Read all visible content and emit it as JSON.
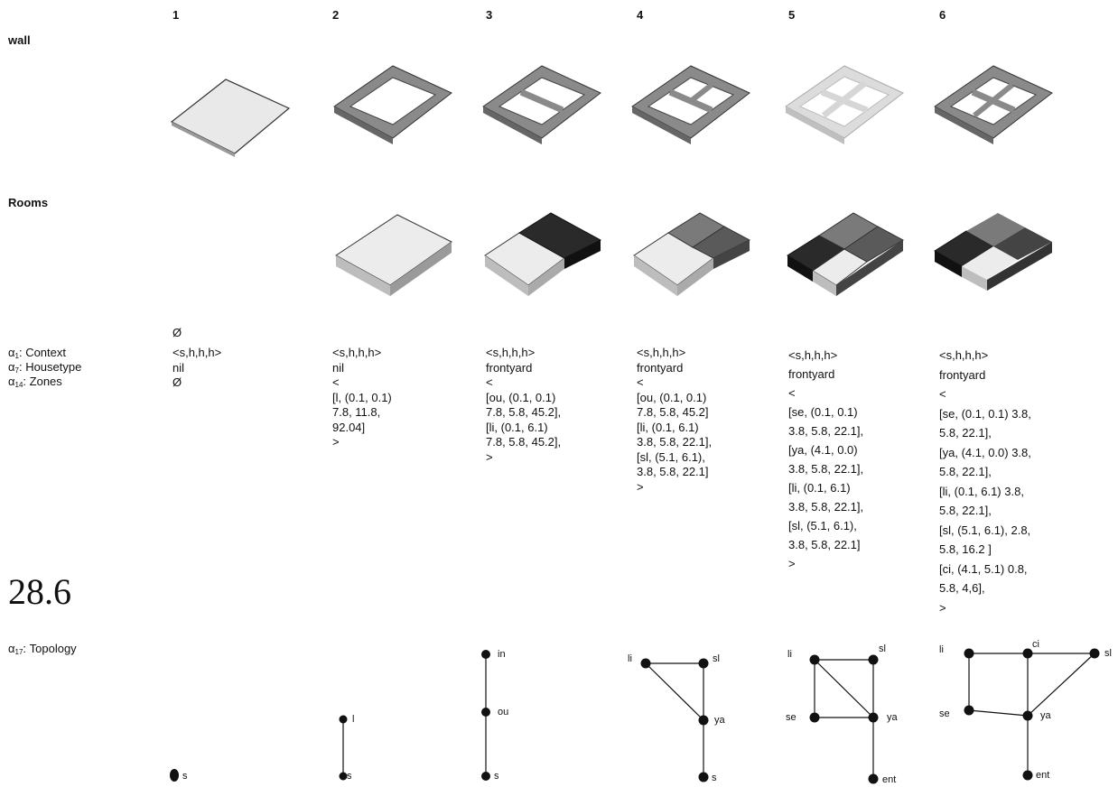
{
  "columns": [
    "1",
    "2",
    "3",
    "4",
    "5",
    "6"
  ],
  "rows": {
    "wall": "wall",
    "rooms": "Rooms"
  },
  "empty_symbol": "Ø",
  "attr_labels": [
    {
      "sym": "α",
      "sub": "1",
      "text": ": Context"
    },
    {
      "sym": "α",
      "sub": "7",
      "text": ": Housetype"
    },
    {
      "sym": "α",
      "sub": "14",
      "text": ": Zones"
    }
  ],
  "topology_label": {
    "sym": "α",
    "sub": "17",
    "text": ": Topology"
  },
  "page_number": "28.6",
  "cells": [
    "<s,h,h,h>\nnil\nØ",
    "<s,h,h,h>\nnil\n<\n[l, (0.1, 0.1)\n7.8, 11.8,\n92.04]\n>",
    "<s,h,h,h>\nfrontyard\n<\n[ou, (0.1, 0.1)\n7.8, 5.8, 45.2],\n[li, (0.1, 6.1)\n7.8, 5.8, 45.2],\n>",
    "<s,h,h,h>\nfrontyard\n<\n[ou, (0.1, 0.1)\n7.8, 5.8, 45.2]\n[li, (0.1, 6.1)\n3.8, 5.8, 22.1],\n[sl, (5.1, 6.1),\n3.8, 5.8, 22.1]\n>",
    "<s,h,h,h>\nfrontyard\n<\n[se, (0.1, 0.1)\n3.8, 5.8, 22.1],\n[ya, (4.1, 0.0)\n3.8, 5.8, 22.1],\n[li, (0.1, 6.1)\n3.8, 5.8, 22.1],\n[sl, (5.1, 6.1),\n3.8, 5.8, 22.1]\n>",
    "<s,h,h,h>\nfrontyard\n<\n[se, (0.1, 0.1) 3.8,\n5.8, 22.1],\n[ya, (4.1, 0.0) 3.8,\n5.8, 22.1],\n[li, (0.1, 6.1) 3.8,\n5.8, 22.1],\n[sl, (5.1, 6.1), 2.8,\n5.8, 16.2 ]\n[ci, (4.1, 5.1) 0.8,\n5.8, 4,6],\n>"
  ],
  "topology_nodes": {
    "c1": [
      "s"
    ],
    "c2": [
      "l",
      "s"
    ],
    "c3": [
      "in",
      "ou",
      "s"
    ],
    "c4": [
      "li",
      "sl",
      "ya",
      "s"
    ],
    "c5": [
      "li",
      "sl",
      "se",
      "ya",
      "ent"
    ],
    "c6": [
      "li",
      "ci",
      "sl",
      "se",
      "ya",
      "ent"
    ]
  },
  "colors": {
    "light": "#e6e6e6",
    "mid": "#7a7a7a",
    "dark": "#2a2a2a",
    "wall": "#8a8a8a"
  }
}
